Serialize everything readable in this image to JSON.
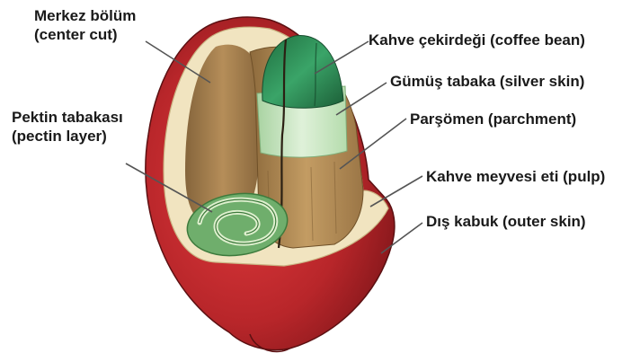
{
  "labels": {
    "center_cut": [
      "Merkez bölüm",
      "(center cut)"
    ],
    "pectin_layer": [
      "Pektin tabakası",
      "(pectin layer)"
    ],
    "coffee_bean": "Kahve çekirdeği (coffee bean)",
    "silver_skin": "Gümüş tabaka (silver skin)",
    "parchment": "Parşömen (parchment)",
    "pulp": "Kahve meyvesi eti (pulp)",
    "outer_skin": "Dış kabuk (outer skin)"
  },
  "colors": {
    "outer_skin": "#c0262b",
    "pulp": "#f1e4c0",
    "parchment": "#b08a55",
    "silver_skin": "#c9e6c2",
    "bean": "#2f8f55",
    "pectin": "#8ac486",
    "leader_line": "#555555"
  }
}
